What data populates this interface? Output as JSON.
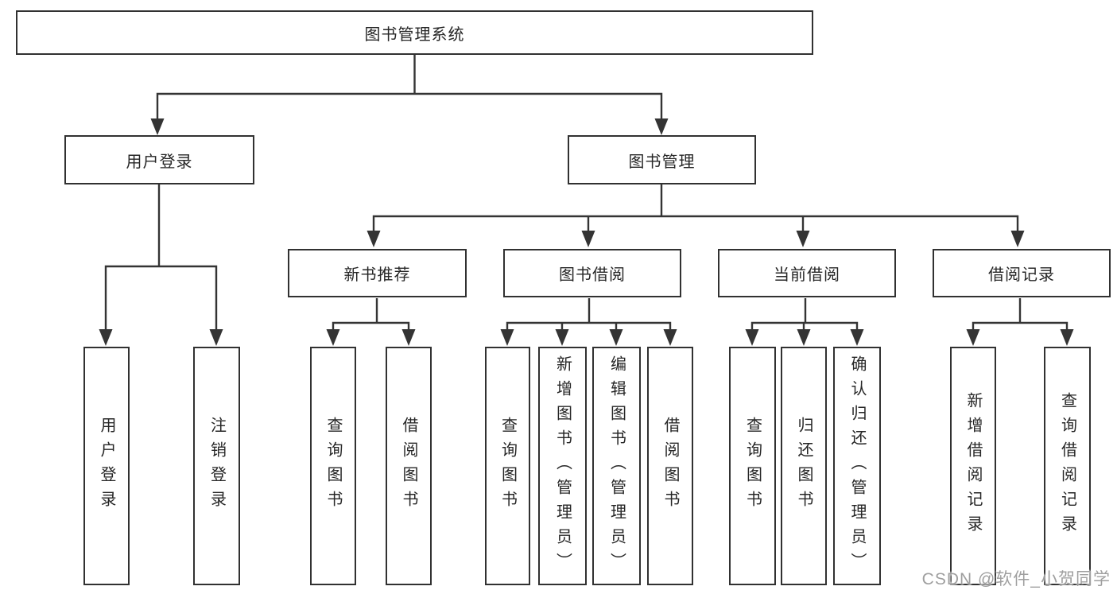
{
  "diagram": {
    "title": "图书管理系统",
    "nodes": {
      "root": "图书管理系统",
      "level2": [
        "用户登录",
        "图书管理"
      ],
      "level3": [
        "新书推荐",
        "图书借阅",
        "当前借阅",
        "借阅记录"
      ],
      "leaves": [
        "用户登录",
        "注销登录",
        "查询图书",
        "借阅图书",
        "查询图书",
        "新增图书（管理员）",
        "编辑图书（管理员）",
        "借阅图书",
        "查询图书",
        "归还图书",
        "确认归还（管理员）",
        "新增借阅记录",
        "查询借阅记录"
      ]
    },
    "hierarchy": {
      "图书管理系统": {
        "用户登录": [
          "用户登录",
          "注销登录"
        ],
        "图书管理": {
          "新书推荐": [
            "查询图书",
            "借阅图书"
          ],
          "图书借阅": [
            "查询图书",
            "新增图书（管理员）",
            "编辑图书（管理员）",
            "借阅图书"
          ],
          "当前借阅": [
            "查询图书",
            "归还图书",
            "确认归还（管理员）"
          ],
          "借阅记录": [
            "新增借阅记录",
            "查询借阅记录"
          ]
        }
      }
    },
    "colors": {
      "line": "#343434",
      "border": "#313131",
      "text": "#262626",
      "background": "#ffffff",
      "watermark": "#9f9f9f"
    }
  },
  "watermark": {
    "text": "CSDN @软件_小贺同学"
  }
}
